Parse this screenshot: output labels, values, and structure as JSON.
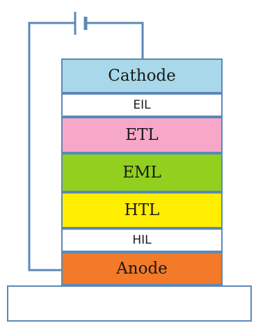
{
  "diagram": {
    "type": "OLED device layer stack with external battery circuit",
    "circuit": {
      "component": "battery-icon",
      "wire_color": "#5b88b8"
    },
    "layers": [
      {
        "id": "cathode",
        "label": "Cathode",
        "color": "#a8d8ea"
      },
      {
        "id": "eil",
        "label": "EIL",
        "color": "#ffffff"
      },
      {
        "id": "etl",
        "label": "ETL",
        "color": "#f7a8c8"
      },
      {
        "id": "eml",
        "label": "EML",
        "color": "#92d020"
      },
      {
        "id": "htl",
        "label": "HTL",
        "color": "#ffee00"
      },
      {
        "id": "hil",
        "label": "HIL",
        "color": "#ffffff"
      },
      {
        "id": "anode",
        "label": "Anode",
        "color": "#f27a28"
      }
    ],
    "substrate": {
      "color": "#ffffff"
    }
  }
}
